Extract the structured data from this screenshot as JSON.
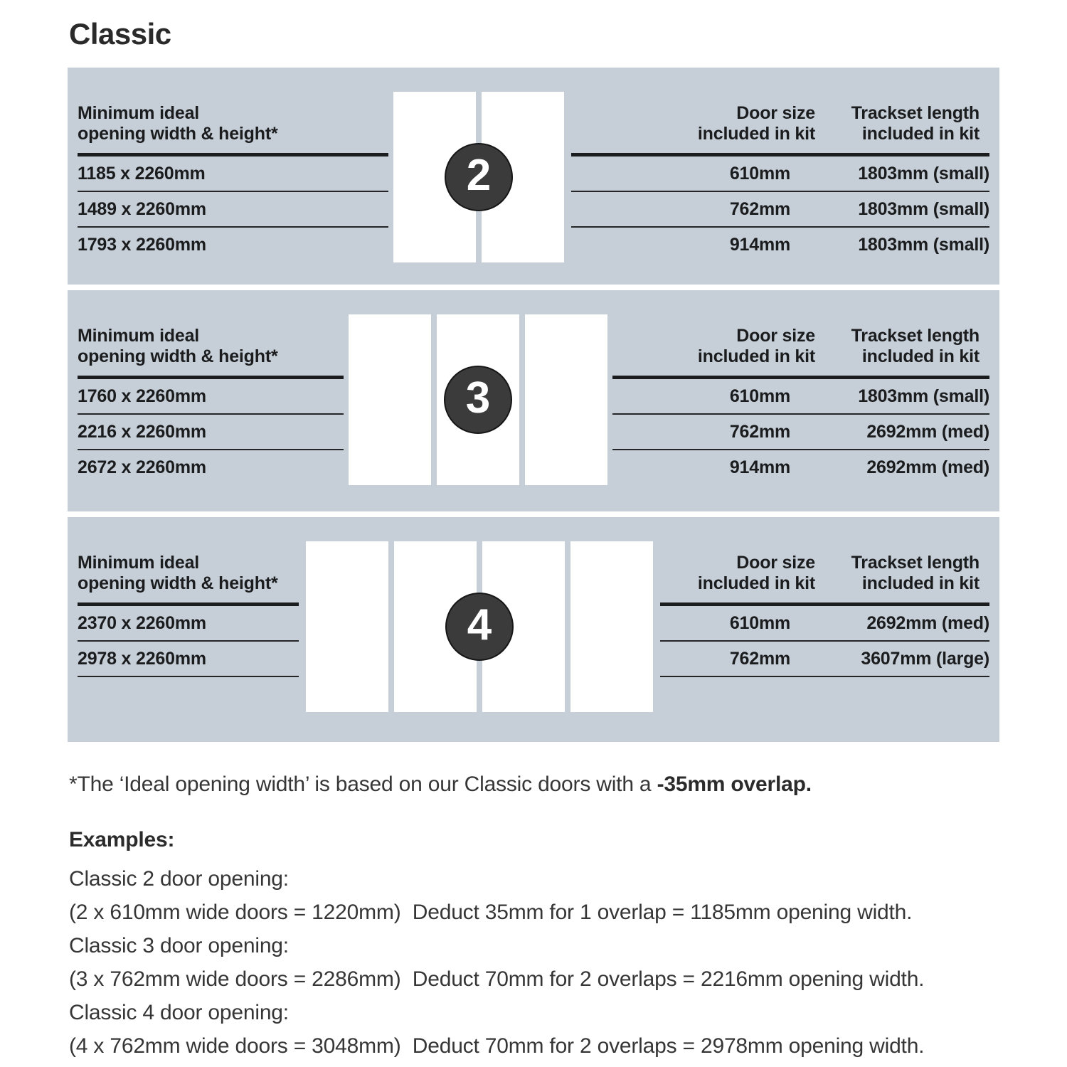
{
  "page": {
    "title": "Classic"
  },
  "colors": {
    "panel_bg": "#c6cfd8",
    "door_fill": "#ffffff",
    "badge_bg": "#3b3b3b",
    "line": "#1b1c1e",
    "text": "#1b1c1e"
  },
  "table": {
    "left_header_line1": "Minimum ideal",
    "left_header_line2": "opening width & height*",
    "door_size_header_line1": "Door size",
    "door_size_header_line2": "included in kit",
    "trackset_header_line1": "Trackset length",
    "trackset_header_line2": "included in kit",
    "sections": [
      {
        "door_count": "2",
        "rows": [
          {
            "opening": "1185 x 2260mm",
            "door_size": "610mm",
            "trackset": "1803mm (small)"
          },
          {
            "opening": "1489 x 2260mm",
            "door_size": "762mm",
            "trackset": "1803mm (small)"
          },
          {
            "opening": "1793 x 2260mm",
            "door_size": "914mm",
            "trackset": "1803mm (small)"
          }
        ]
      },
      {
        "door_count": "3",
        "rows": [
          {
            "opening": "1760 x 2260mm",
            "door_size": "610mm",
            "trackset": "1803mm (small)"
          },
          {
            "opening": "2216 x 2260mm",
            "door_size": "762mm",
            "trackset": "2692mm (med)"
          },
          {
            "opening": "2672 x 2260mm",
            "door_size": "914mm",
            "trackset": "2692mm (med)"
          }
        ]
      },
      {
        "door_count": "4",
        "rows": [
          {
            "opening": "2370 x 2260mm",
            "door_size": "610mm",
            "trackset": "2692mm (med)"
          },
          {
            "opening": "2978 x 2260mm",
            "door_size": "762mm",
            "trackset": "3607mm (large)"
          }
        ]
      }
    ]
  },
  "footnote": {
    "regular": "*The ‘Ideal opening width’ is based on our Classic doors with a ",
    "bold": "-35mm overlap."
  },
  "examples": {
    "heading": "Examples:",
    "lines": [
      "Classic 2 door opening:",
      "(2 x 610mm wide doors = 1220mm)  Deduct 35mm for 1 overlap = 1185mm opening width.",
      "Classic 3 door opening:",
      "(3 x 762mm wide doors = 2286mm)  Deduct 70mm for 2 overlaps = 2216mm opening width.",
      "Classic 4 door opening:",
      "(4 x 762mm wide doors = 3048mm)  Deduct 70mm for 2 overlaps = 2978mm opening width."
    ]
  }
}
